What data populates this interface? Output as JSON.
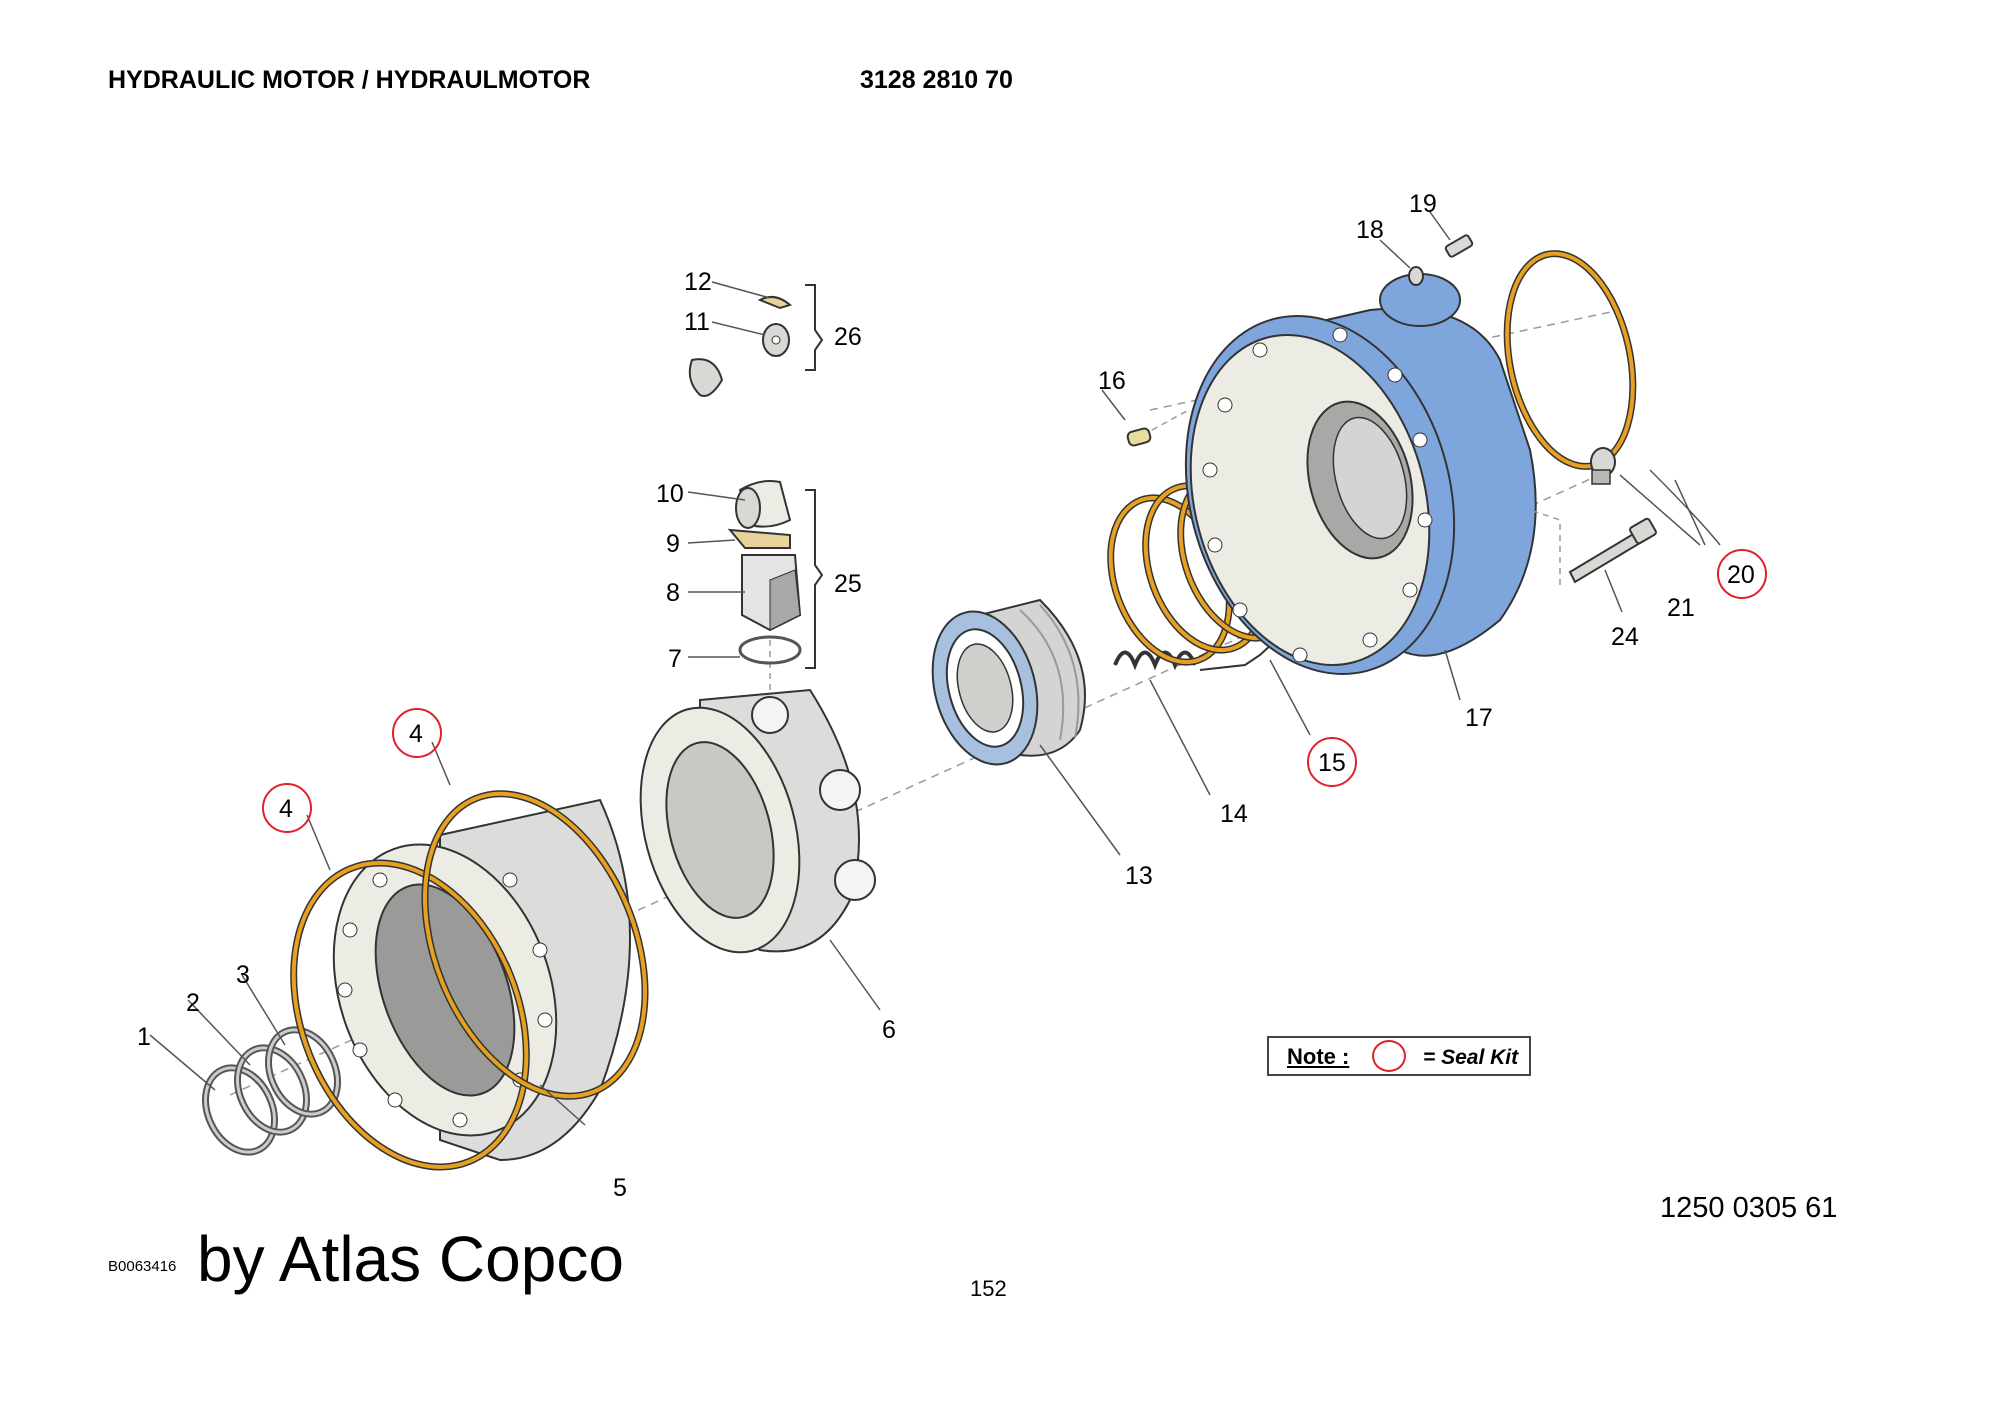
{
  "header": {
    "title": "HYDRAULIC MOTOR / HYDRAULMOTOR",
    "part_number": "3128 2810 70"
  },
  "callouts": {
    "c1": "1",
    "c2": "2",
    "c3": "3",
    "c4a": "4",
    "c4b": "4",
    "c5": "5",
    "c6": "6",
    "c7": "7",
    "c8": "8",
    "c9": "9",
    "c10": "10",
    "c11": "11",
    "c12": "12",
    "c13": "13",
    "c14": "14",
    "c15": "15",
    "c16": "16",
    "c17": "17",
    "c18": "18",
    "c19": "19",
    "c20": "20",
    "c21": "21",
    "c24": "24",
    "c25": "25",
    "c26": "26"
  },
  "note": {
    "label": "Note :",
    "text": "= Seal Kit"
  },
  "footer": {
    "reference_number": "1250 0305 61",
    "image_id": "B0063416",
    "brand": "by Atlas Copco",
    "page_number": "152"
  },
  "colors": {
    "seal": "#e8a020",
    "housing": "#7ea6dc",
    "seal_kit_marker": "#e0202a",
    "part_fill": "#ecebe4"
  }
}
